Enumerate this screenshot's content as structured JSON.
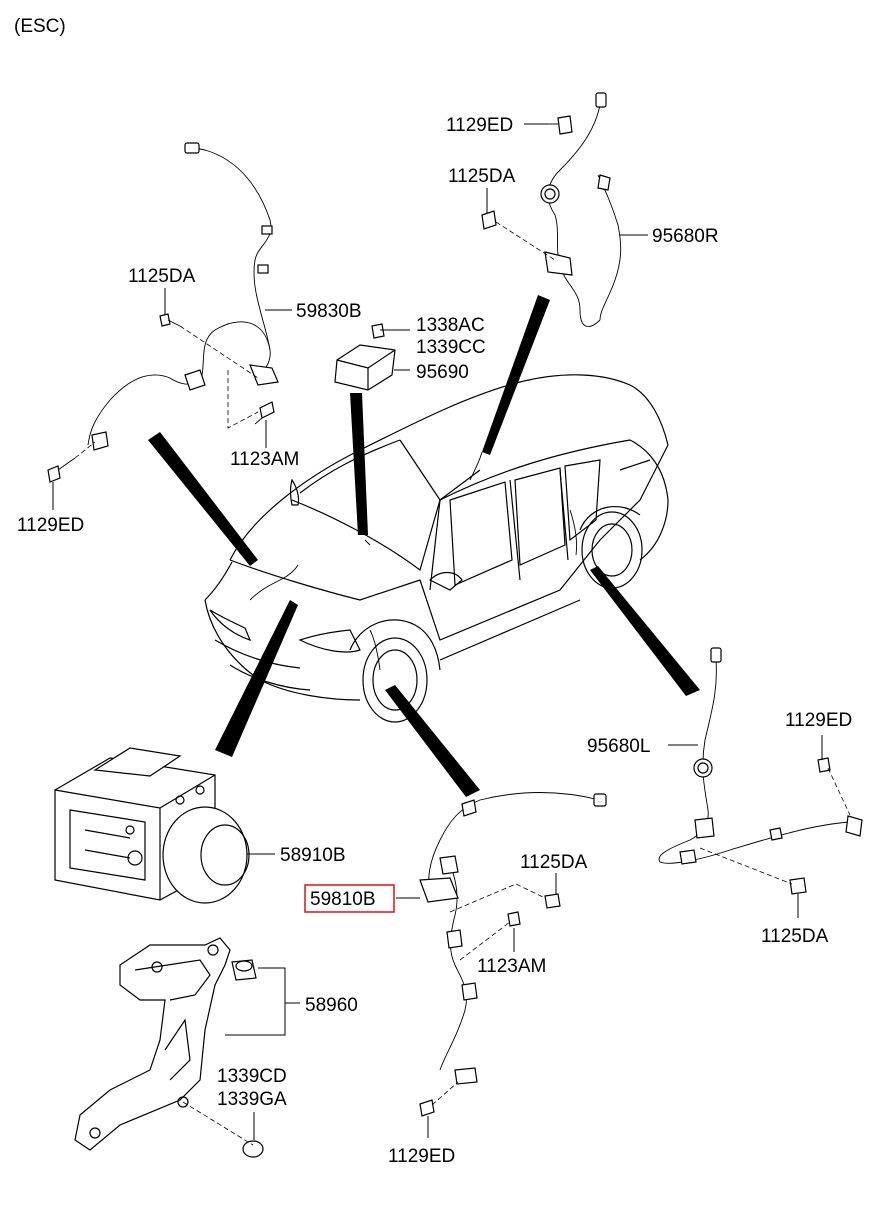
{
  "header": {
    "variant": "(ESC)"
  },
  "highlight_color": "#e02020",
  "callouts": {
    "c1129ED_tr": "1129ED",
    "c1125DA_tr": "1125DA",
    "c95680R": "95680R",
    "c1125DA_tl": "1125DA",
    "c59830B": "59830B",
    "c1338AC": "1338AC",
    "c1339CC": "1339CC",
    "c95690": "95690",
    "c1123AM_tl": "1123AM",
    "c1129ED_l": "1129ED",
    "c1129ED_r": "1129ED",
    "c95680L": "95680L",
    "c58910B": "58910B",
    "c1125DA_mid": "1125DA",
    "c59810B": "59810B",
    "c1125DA_br": "1125DA",
    "c1123AM_mid": "1123AM",
    "c58960": "58960",
    "c1339CD": "1339CD",
    "c1339GA": "1339GA",
    "c1129ED_bot": "1129ED"
  }
}
